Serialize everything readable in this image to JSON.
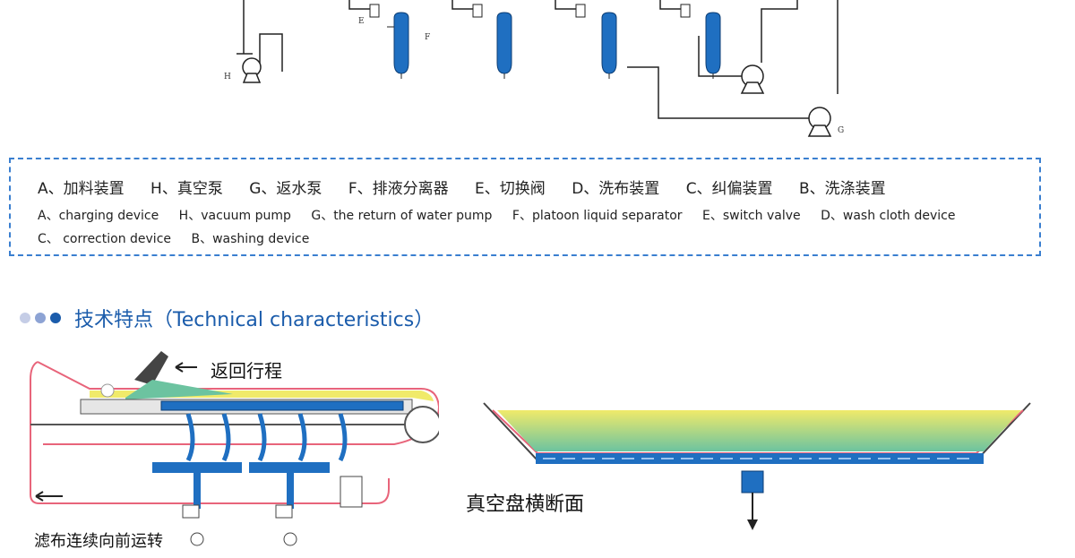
{
  "diagram_labels": {
    "H": "H",
    "E": "E",
    "F": "F",
    "G": "G"
  },
  "legend": {
    "cn_items": [
      "A、加料装置",
      "H、真空泵",
      "G、返水泵",
      "F、排液分离器",
      "E、切换阀",
      "D、洗布装置",
      "C、纠偏装置",
      "B、洗涤装置"
    ],
    "en_row_1": [
      "A、charging device",
      "H、vacuum pump",
      "G、the return of water pump",
      "F、platoon liquid separator",
      "E、switch valve",
      "D、wash cloth device"
    ],
    "en_row_2": [
      "C、 correction device",
      "B、washing device"
    ]
  },
  "section": {
    "title": "技术特点（Technical characteristics）",
    "dot_colors": [
      "#c5cde6",
      "#8da3d4",
      "#1b5cab"
    ]
  },
  "belt_diagram": {
    "return_label": "返回行程",
    "forward_label": "滤布连续向前运转"
  },
  "tray_diagram": {
    "label": "真空盘横断面"
  },
  "colors": {
    "blue": "#1f6fc1",
    "pink": "#e8647a",
    "yellow": "#f0ea6a",
    "green": "#6cc3a0",
    "dashed_border": "#3a7fd0"
  }
}
